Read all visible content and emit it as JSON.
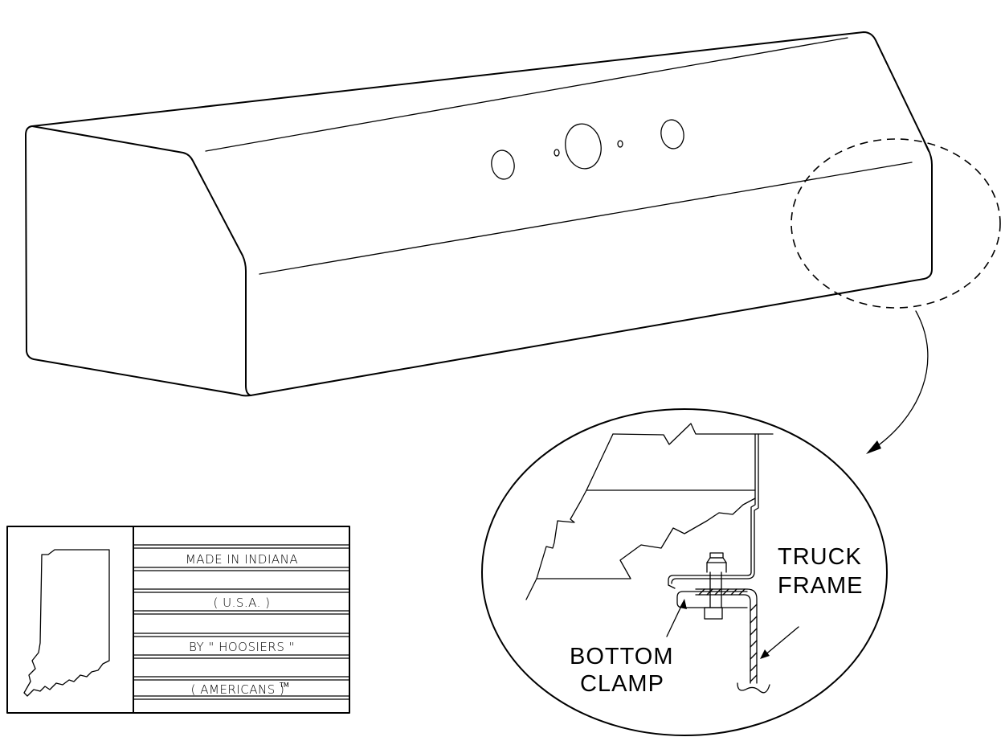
{
  "callouts": {
    "truck_frame": [
      "TRUCK",
      "FRAME"
    ],
    "bottom_clamp": [
      "BOTTOM",
      "CLAMP"
    ]
  },
  "plate": {
    "line1": "MADE IN INDIANA",
    "line2": "( U.S.A. )",
    "line3": "BY \" HOOSIERS \"",
    "line4": "( AMERICANS )",
    "trademark": "TM"
  }
}
